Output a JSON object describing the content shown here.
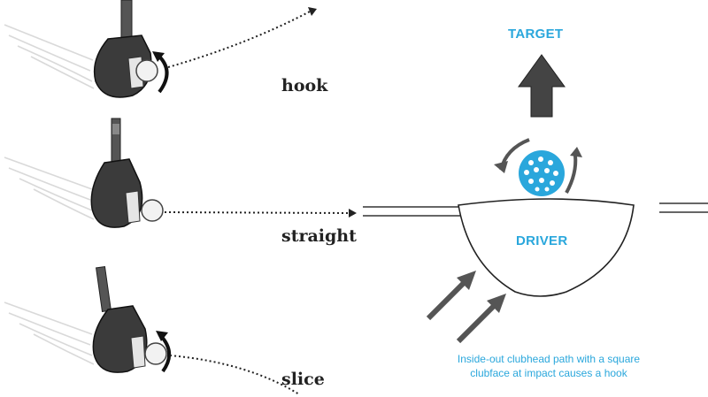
{
  "shots": [
    {
      "id": "hook",
      "label": "hook"
    },
    {
      "id": "straight",
      "label": "straight"
    },
    {
      "id": "slice",
      "label": "slice"
    }
  ],
  "diagram": {
    "target_label": "TARGET",
    "club_label": "DRIVER",
    "caption_line1": "Inside-out clubhead path with a square",
    "caption_line2": "clubface at impact causes a hook"
  },
  "colors": {
    "accent": "#2aa7dc",
    "clubhead": "#3a3a3a",
    "arrow_gray": "#555555",
    "text": "#222222"
  }
}
